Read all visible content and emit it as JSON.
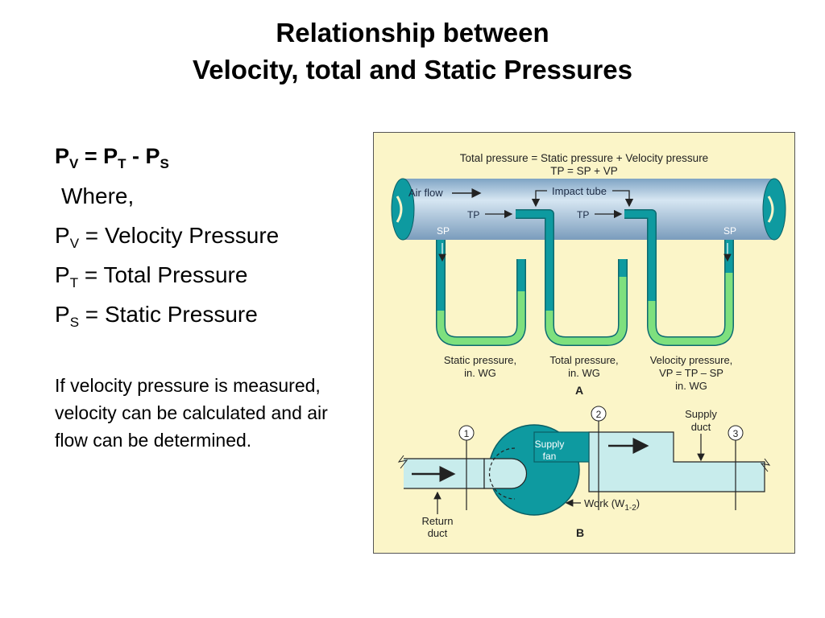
{
  "title": {
    "line1": "Relationship between",
    "line2": "Velocity, total and Static Pressures"
  },
  "formula": {
    "main": {
      "p1": "P",
      "s1": "V",
      "eq": " = P",
      "s2": "T",
      "minus": " - P",
      "s3": "S"
    },
    "where": "Where,",
    "defs": [
      {
        "p": "P",
        "sub": "V",
        "text": " = Velocity Pressure"
      },
      {
        "p": "P",
        "sub": "T",
        "text": " = Total Pressure"
      },
      {
        "p": "P",
        "sub": "S",
        "text": " = Static Pressure"
      }
    ]
  },
  "note": "If velocity pressure is measured, velocity can be calculated and air flow can be determined.",
  "diagram": {
    "colors": {
      "background": "#fbf5c8",
      "pipe": "#aac6de",
      "tube": "#0e9aa0",
      "liquid": "#7ee07e",
      "duct": "#c8ecec"
    },
    "top_formula1": "Total pressure = Static pressure + Velocity pressure",
    "top_formula2": "TP = SP + VP",
    "air_flow": "Air flow",
    "impact_tube": "Impact tube",
    "tp_left": "TP",
    "tp_right": "TP",
    "sp_left": "SP",
    "sp_right": "SP",
    "static_label": [
      "Static pressure,",
      "in. WG"
    ],
    "total_label": [
      "Total pressure,",
      "in. WG"
    ],
    "velocity_label": [
      "Velocity pressure,",
      "VP = TP – SP",
      "in. WG"
    ],
    "label_a": "A",
    "marker1": "1",
    "marker2": "2",
    "marker3": "3",
    "supply_fan": [
      "Supply",
      "fan"
    ],
    "supply_duct": [
      "Supply",
      "duct"
    ],
    "work": "Work (W",
    "work_sub": "1-2",
    "work_close": ")",
    "return_duct": [
      "Return",
      "duct"
    ],
    "label_b": "B"
  }
}
